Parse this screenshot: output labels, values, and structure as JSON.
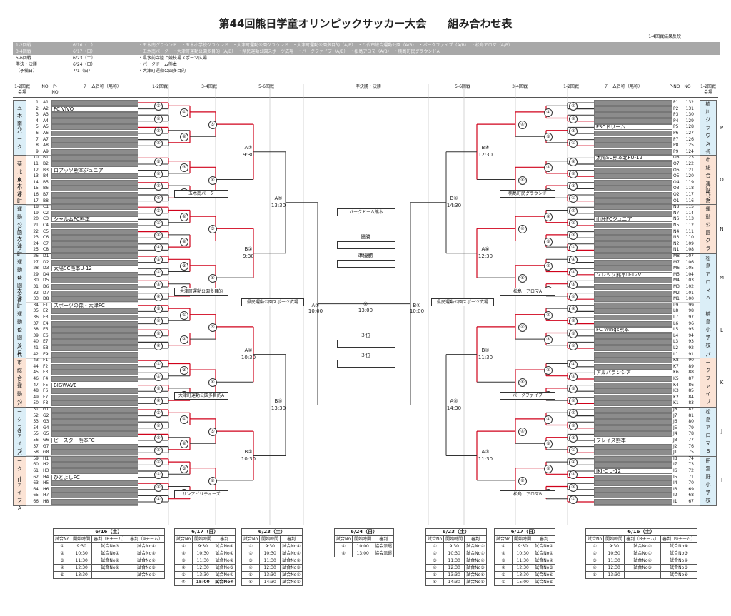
{
  "title": "第44回熊日学童オリンピックサッカー大会　　組み合わせ表",
  "result_note": "1-4回戦結果反映",
  "schedule": [
    {
      "round": "1-2回戦",
      "date": "6/16（土）",
      "note": "・五木南グラウンド　・五木小学校グラウンド　・大津町運動公園グラウンド　・大津町運動公園多目的（A/B）　・八代市総合運動公園（A/B）　・パークファイブ（A/B）　・松島アロマ（A/B）",
      "gray": true
    },
    {
      "round": "3-4回戦",
      "date": "6/17（日）",
      "note": "・五木南パーク　・大津町運動公園多目的（A/B）　・県民運動公園スポーツ広場　・パークファイブ（A/B）　・松島アロマ（A/B）　・楠島町民グラウンドA",
      "gray": true
    },
    {
      "round": "5-6回戦",
      "date": "6/23（土）",
      "note": "・県水前寺陸上競技場スポーツ広場",
      "gray": false
    },
    {
      "round": "準決・決勝",
      "date": "6/24（日）",
      "note": "・パークドーム熊本",
      "gray": false
    },
    {
      "round": "（予備日）",
      "date": "7/1（日）",
      "note": "・大津町運動公園多目的",
      "gray": false
    }
  ],
  "headers": {
    "l_venue": "1-2回戦\n会場",
    "no": "NO",
    "pno": "P-NO",
    "team": "チーム名称（略称）",
    "r12": "1-2回戦",
    "r34": "3-4回戦",
    "r56": "5-6回戦",
    "final": "準決勝・決勝",
    "r_venue": "1-2回戦\n会場"
  },
  "left_venues": [
    {
      "code": "A",
      "name": "五木南パーク",
      "alt": false
    },
    {
      "code": "B",
      "name": "菊北東小G",
      "alt": true
    },
    {
      "code": "C",
      "name": "大津町運動公園グラウンド",
      "alt": false
    },
    {
      "code": "D",
      "name": "大津町運動公園多目的A",
      "alt": false
    },
    {
      "code": "E",
      "name": "大津町運動公園多目的B",
      "alt": false
    },
    {
      "code": "F",
      "name": "八代市総合運動公園A",
      "alt": true
    },
    {
      "code": "G",
      "name": "パークファイブB",
      "alt": false
    },
    {
      "code": "H",
      "name": "パークファイブA",
      "alt": true
    }
  ],
  "right_venues": [
    {
      "code": "P",
      "name": "植川グラウンド",
      "alt": false
    },
    {
      "code": "O",
      "name": "八代市総合運動公園B",
      "alt": true
    },
    {
      "code": "N",
      "name": "八代市運動公園グラウンド",
      "alt": true
    },
    {
      "code": "M",
      "name": "松島アロマA",
      "alt": false
    },
    {
      "code": "L",
      "name": "楠島小学校",
      "alt": false
    },
    {
      "code": "K",
      "name": "パークファイブA",
      "alt": true
    },
    {
      "code": "J",
      "name": "松島アロマB",
      "alt": false
    },
    {
      "code": "I",
      "name": "田富野小学校",
      "alt": false
    }
  ],
  "left_teams": [
    {
      "no": "1",
      "pno": "A1",
      "name": "",
      "open": false
    },
    {
      "no": "2",
      "pno": "A2",
      "name": "FC VIVO",
      "open": true
    },
    {
      "no": "3",
      "pno": "A3",
      "name": "",
      "open": false
    },
    {
      "no": "4",
      "pno": "A4",
      "name": "",
      "open": false
    },
    {
      "no": "5",
      "pno": "A5",
      "name": "",
      "open": false
    },
    {
      "no": "6",
      "pno": "A6",
      "name": "",
      "open": false
    },
    {
      "no": "7",
      "pno": "A7",
      "name": "",
      "open": false
    },
    {
      "no": "8",
      "pno": "A8",
      "name": "",
      "open": false
    },
    {
      "no": "9",
      "pno": "A9",
      "name": "",
      "open": false
    },
    {
      "no": "10",
      "pno": "B1",
      "name": "",
      "open": false
    },
    {
      "no": "11",
      "pno": "B2",
      "name": "",
      "open": false
    },
    {
      "no": "12",
      "pno": "B3",
      "name": "ロアッソ熊本ジュニア",
      "open": true
    },
    {
      "no": "13",
      "pno": "B4",
      "name": "",
      "open": false
    },
    {
      "no": "14",
      "pno": "B5",
      "name": "",
      "open": false
    },
    {
      "no": "15",
      "pno": "B6",
      "name": "",
      "open": false
    },
    {
      "no": "16",
      "pno": "B7",
      "name": "",
      "open": false
    },
    {
      "no": "17",
      "pno": "B8",
      "name": "",
      "open": false
    },
    {
      "no": "18",
      "pno": "C1",
      "name": "",
      "open": false
    },
    {
      "no": "19",
      "pno": "C2",
      "name": "",
      "open": false
    },
    {
      "no": "20",
      "pno": "C3",
      "name": "シャルムFC熊本",
      "open": true
    },
    {
      "no": "21",
      "pno": "C4",
      "name": "",
      "open": false
    },
    {
      "no": "22",
      "pno": "C5",
      "name": "",
      "open": false
    },
    {
      "no": "23",
      "pno": "C6",
      "name": "",
      "open": false
    },
    {
      "no": "24",
      "pno": "C7",
      "name": "",
      "open": false
    },
    {
      "no": "25",
      "pno": "C8",
      "name": "",
      "open": false
    },
    {
      "no": "26",
      "pno": "D1",
      "name": "",
      "open": false
    },
    {
      "no": "27",
      "pno": "D2",
      "name": "",
      "open": false
    },
    {
      "no": "28",
      "pno": "D3",
      "name": "太陽SC熊本U-12",
      "open": true
    },
    {
      "no": "29",
      "pno": "D4",
      "name": "",
      "open": false
    },
    {
      "no": "30",
      "pno": "D5",
      "name": "",
      "open": false
    },
    {
      "no": "31",
      "pno": "D6",
      "name": "",
      "open": false
    },
    {
      "no": "32",
      "pno": "D7",
      "name": "",
      "open": false
    },
    {
      "no": "33",
      "pno": "D8",
      "name": "",
      "open": false
    },
    {
      "no": "34",
      "pno": "E1",
      "name": "スポーツの森・大津FC",
      "open": true
    },
    {
      "no": "35",
      "pno": "E2",
      "name": "",
      "open": false
    },
    {
      "no": "36",
      "pno": "E3",
      "name": "",
      "open": false
    },
    {
      "no": "37",
      "pno": "E4",
      "name": "",
      "open": false
    },
    {
      "no": "38",
      "pno": "E5",
      "name": "",
      "open": false
    },
    {
      "no": "39",
      "pno": "E6",
      "name": "",
      "open": false
    },
    {
      "no": "40",
      "pno": "E7",
      "name": "",
      "open": false
    },
    {
      "no": "41",
      "pno": "E8",
      "name": "",
      "open": false
    },
    {
      "no": "42",
      "pno": "E9",
      "name": "",
      "open": false
    },
    {
      "no": "43",
      "pno": "F1",
      "name": "",
      "open": false
    },
    {
      "no": "44",
      "pno": "F2",
      "name": "",
      "open": false
    },
    {
      "no": "45",
      "pno": "F3",
      "name": "",
      "open": false
    },
    {
      "no": "46",
      "pno": "F4",
      "name": "",
      "open": false
    },
    {
      "no": "47",
      "pno": "F5",
      "name": "BIGWAVE",
      "open": true
    },
    {
      "no": "48",
      "pno": "F6",
      "name": "",
      "open": false
    },
    {
      "no": "49",
      "pno": "F7",
      "name": "",
      "open": false
    },
    {
      "no": "50",
      "pno": "F8",
      "name": "",
      "open": false
    },
    {
      "no": "51",
      "pno": "G1",
      "name": "",
      "open": false
    },
    {
      "no": "52",
      "pno": "G2",
      "name": "",
      "open": false
    },
    {
      "no": "53",
      "pno": "G3",
      "name": "",
      "open": false
    },
    {
      "no": "54",
      "pno": "G4",
      "name": "",
      "open": false
    },
    {
      "no": "55",
      "pno": "G5",
      "name": "",
      "open": false
    },
    {
      "no": "56",
      "pno": "G6",
      "name": "ビースター熊本FC",
      "open": true
    },
    {
      "no": "57",
      "pno": "G7",
      "name": "",
      "open": false
    },
    {
      "no": "58",
      "pno": "G8",
      "name": "",
      "open": false
    },
    {
      "no": "59",
      "pno": "H1",
      "name": "",
      "open": false
    },
    {
      "no": "60",
      "pno": "H2",
      "name": "",
      "open": false
    },
    {
      "no": "61",
      "pno": "H3",
      "name": "",
      "open": false
    },
    {
      "no": "62",
      "pno": "H4",
      "name": "ひとよしFC",
      "open": true
    },
    {
      "no": "63",
      "pno": "H5",
      "name": "",
      "open": false
    },
    {
      "no": "64",
      "pno": "H6",
      "name": "",
      "open": false
    },
    {
      "no": "65",
      "pno": "H7",
      "name": "",
      "open": false
    },
    {
      "no": "66",
      "pno": "H8",
      "name": "",
      "open": false
    }
  ],
  "right_teams": [
    {
      "no": "132",
      "pno": "P1",
      "name": "",
      "open": false
    },
    {
      "no": "131",
      "pno": "P2",
      "name": "",
      "open": false
    },
    {
      "no": "130",
      "pno": "P3",
      "name": "",
      "open": false
    },
    {
      "no": "129",
      "pno": "P4",
      "name": "",
      "open": false
    },
    {
      "no": "128",
      "pno": "P5",
      "name": "FSCドリーム",
      "open": true
    },
    {
      "no": "127",
      "pno": "P6",
      "name": "",
      "open": false
    },
    {
      "no": "126",
      "pno": "P7",
      "name": "",
      "open": false
    },
    {
      "no": "125",
      "pno": "P8",
      "name": "",
      "open": false
    },
    {
      "no": "124",
      "pno": "P9",
      "name": "",
      "open": false
    },
    {
      "no": "123",
      "pno": "O8",
      "name": "太陽SC熊本北FU-12",
      "open": true
    },
    {
      "no": "122",
      "pno": "O7",
      "name": "",
      "open": false
    },
    {
      "no": "121",
      "pno": "O6",
      "name": "",
      "open": false
    },
    {
      "no": "120",
      "pno": "O5",
      "name": "",
      "open": false
    },
    {
      "no": "119",
      "pno": "O4",
      "name": "",
      "open": false
    },
    {
      "no": "118",
      "pno": "O3",
      "name": "",
      "open": false
    },
    {
      "no": "117",
      "pno": "O2",
      "name": "",
      "open": false
    },
    {
      "no": "116",
      "pno": "O1",
      "name": "",
      "open": false
    },
    {
      "no": "115",
      "pno": "N8",
      "name": "",
      "open": false
    },
    {
      "no": "114",
      "pno": "N7",
      "name": "",
      "open": false
    },
    {
      "no": "113",
      "pno": "N6",
      "name": "山鹿FCジュニア",
      "open": true
    },
    {
      "no": "112",
      "pno": "N5",
      "name": "",
      "open": false
    },
    {
      "no": "111",
      "pno": "N4",
      "name": "",
      "open": false
    },
    {
      "no": "110",
      "pno": "N3",
      "name": "",
      "open": false
    },
    {
      "no": "109",
      "pno": "N2",
      "name": "",
      "open": false
    },
    {
      "no": "108",
      "pno": "N1",
      "name": "",
      "open": false
    },
    {
      "no": "107",
      "pno": "M8",
      "name": "",
      "open": false
    },
    {
      "no": "106",
      "pno": "M7",
      "name": "",
      "open": false
    },
    {
      "no": "105",
      "pno": "M6",
      "name": "",
      "open": false
    },
    {
      "no": "104",
      "pno": "M5",
      "name": "ソレッソ熊本U-12V",
      "open": true
    },
    {
      "no": "103",
      "pno": "M4",
      "name": "",
      "open": false
    },
    {
      "no": "102",
      "pno": "M3",
      "name": "",
      "open": false
    },
    {
      "no": "101",
      "pno": "M2",
      "name": "",
      "open": false
    },
    {
      "no": "100",
      "pno": "M1",
      "name": "",
      "open": false
    },
    {
      "no": "99",
      "pno": "L9",
      "name": "",
      "open": false
    },
    {
      "no": "98",
      "pno": "L8",
      "name": "",
      "open": false
    },
    {
      "no": "97",
      "pno": "L7",
      "name": "",
      "open": false
    },
    {
      "no": "96",
      "pno": "L6",
      "name": "",
      "open": false
    },
    {
      "no": "95",
      "pno": "L5",
      "name": "FC Wings熊本",
      "open": true
    },
    {
      "no": "94",
      "pno": "L4",
      "name": "",
      "open": false
    },
    {
      "no": "93",
      "pno": "L3",
      "name": "",
      "open": false
    },
    {
      "no": "92",
      "pno": "L2",
      "name": "",
      "open": false
    },
    {
      "no": "91",
      "pno": "L1",
      "name": "",
      "open": false
    },
    {
      "no": "90",
      "pno": "K8",
      "name": "",
      "open": false
    },
    {
      "no": "89",
      "pno": "K7",
      "name": "",
      "open": false
    },
    {
      "no": "88",
      "pno": "K6",
      "name": "アルバランシア",
      "open": true
    },
    {
      "no": "87",
      "pno": "K5",
      "name": "",
      "open": false
    },
    {
      "no": "86",
      "pno": "K4",
      "name": "",
      "open": false
    },
    {
      "no": "85",
      "pno": "K3",
      "name": "",
      "open": false
    },
    {
      "no": "84",
      "pno": "K2",
      "name": "",
      "open": false
    },
    {
      "no": "83",
      "pno": "K1",
      "name": "",
      "open": false
    },
    {
      "no": "82",
      "pno": "J8",
      "name": "",
      "open": false
    },
    {
      "no": "81",
      "pno": "J7",
      "name": "",
      "open": false
    },
    {
      "no": "80",
      "pno": "J6",
      "name": "",
      "open": false
    },
    {
      "no": "79",
      "pno": "J5",
      "name": "",
      "open": false
    },
    {
      "no": "78",
      "pno": "J4",
      "name": "",
      "open": false
    },
    {
      "no": "77",
      "pno": "J3",
      "name": "ブレイズ熊本",
      "open": true
    },
    {
      "no": "76",
      "pno": "J2",
      "name": "",
      "open": false
    },
    {
      "no": "75",
      "pno": "J1",
      "name": "",
      "open": false
    },
    {
      "no": "74",
      "pno": "I8",
      "name": "",
      "open": false
    },
    {
      "no": "73",
      "pno": "I7",
      "name": "",
      "open": false
    },
    {
      "no": "72",
      "pno": "I6",
      "name": "JKI-C U-12",
      "open": true
    },
    {
      "no": "71",
      "pno": "I5",
      "name": "",
      "open": false
    },
    {
      "no": "70",
      "pno": "I4",
      "name": "",
      "open": false
    },
    {
      "no": "69",
      "pno": "I3",
      "name": "",
      "open": false
    },
    {
      "no": "68",
      "pno": "I2",
      "name": "",
      "open": false
    },
    {
      "no": "67",
      "pno": "I1",
      "name": "",
      "open": false
    }
  ],
  "bracket": {
    "left_r34_venues": [
      "五木南パーク",
      "大津町運動公園多目的",
      "大津町運動公園多目的A",
      "サンアビリティーズ"
    ],
    "right_r34_venues": [
      "楠島町民グラウンド",
      "松島　アロマA",
      "パークファイブ",
      "松島　アロマB"
    ],
    "left_r56": [
      {
        "label": "A①",
        "time": "9:30"
      },
      {
        "label": "B①",
        "time": "9:30"
      },
      {
        "label": "A②",
        "time": "10:30"
      },
      {
        "label": "B②",
        "time": "10:30"
      }
    ],
    "left_r56b": [
      {
        "label": "A⑤",
        "time": "13:30"
      },
      {
        "label": "B⑤",
        "time": "13:30"
      }
    ],
    "right_r56": [
      {
        "label": "B④",
        "time": "12:30"
      },
      {
        "label": "A④",
        "time": "12:30"
      },
      {
        "label": "B③",
        "time": "11:30"
      },
      {
        "label": "A③",
        "time": "11:30"
      }
    ],
    "right_r56b": [
      {
        "label": "B⑥",
        "time": "14:30"
      },
      {
        "label": "A⑥",
        "time": "14:30"
      }
    ],
    "semi_left": {
      "label": "A①",
      "time": "10:00"
    },
    "semi_right": {
      "label": "B①",
      "time": "10:00"
    },
    "final": {
      "label": "②",
      "time": "13:00"
    },
    "left_semi_venue": "県民運動公園スポーツ広場",
    "right_semi_venue": "県民運動公園スポーツ広場",
    "final_venue": "パークドーム熊本",
    "winner_label": "優勝",
    "runner_label": "準優勝",
    "third_label": "３位",
    "third_label2": "３位"
  },
  "tables": {
    "t1": {
      "day": "6/16（土）",
      "head": [
        "試合No",
        "開始時間",
        "審判（Bチーム）",
        "審判（9チーム）"
      ],
      "rows": [
        [
          "①",
          "9:30",
          "試合No③",
          "試合No④"
        ],
        [
          "②",
          "10:30",
          "試合No①",
          "試合No②"
        ],
        [
          "③",
          "11:30",
          "試合No②",
          "試合No①"
        ],
        [
          "④",
          "12:30",
          "試合No①",
          "試合No⑤"
        ],
        [
          "⑤",
          "13:30",
          "-",
          "試合No⑥"
        ]
      ]
    },
    "t2": {
      "day": "6/17（日）",
      "head": [
        "試合No",
        "開始時間",
        "審判"
      ],
      "rows": [
        [
          "①",
          "9:30",
          "試合No④"
        ],
        [
          "②",
          "10:30",
          "試合No①"
        ],
        [
          "③",
          "11:30",
          "試合No②"
        ],
        [
          "④",
          "12:30",
          "試合No③"
        ],
        [
          "⑤",
          "13:30",
          "試合No①"
        ],
        [
          "⑥",
          "15:00",
          "試合No⑤"
        ]
      ]
    },
    "t3": {
      "day": "6/23（土）",
      "head": [
        "試合No",
        "開始時間",
        "審判"
      ],
      "rows": [
        [
          "①",
          "9:30",
          "試合No④"
        ],
        [
          "②",
          "10:30",
          "試合No①"
        ],
        [
          "③",
          "11:30",
          "試合No②"
        ],
        [
          "④",
          "12:30",
          "試合No③"
        ],
        [
          "⑤",
          "13:30",
          "試合No①"
        ],
        [
          "⑥",
          "14:30",
          "試合No⑤"
        ]
      ]
    },
    "t4": {
      "day": "6/24（日）",
      "head": [
        "試合No",
        "開始時間",
        "審判"
      ],
      "rows": [
        [
          "①",
          "10:00",
          "協会派遣"
        ],
        [
          "②",
          "13:00",
          "協会派遣"
        ]
      ]
    },
    "t5": {
      "day": "6/23（土）",
      "head": [
        "試合No",
        "開始時間",
        "審判"
      ],
      "rows": [
        [
          "①",
          "9:30",
          "試合No②"
        ],
        [
          "②",
          "10:30",
          "試合No①"
        ],
        [
          "③",
          "11:30",
          "試合No④"
        ],
        [
          "④",
          "12:30",
          "試合No③"
        ],
        [
          "⑤",
          "13:30",
          "試合No⑥"
        ],
        [
          "⑥",
          "14:30",
          "試合No⑤"
        ]
      ]
    },
    "t6": {
      "day": "6/17（日）",
      "head": [
        "試合No",
        "開始時間",
        "審判"
      ],
      "rows": [
        [
          "①",
          "9:30",
          "試合No②"
        ],
        [
          "②",
          "10:30",
          "試合No①"
        ],
        [
          "③",
          "11:30",
          "試合No④"
        ],
        [
          "④",
          "12:30",
          "試合No③"
        ],
        [
          "⑤",
          "13:30",
          "試合No⑥"
        ],
        [
          "⑥",
          "15:00",
          "試合No⑤"
        ]
      ]
    },
    "t7": {
      "day": "6/16（土）",
      "head": [
        "試合No",
        "開始時間",
        "審判（Bチーム）",
        "審判（9チーム）"
      ],
      "rows": [
        [
          "①",
          "9:30",
          "試合No②",
          "試合No④"
        ],
        [
          "②",
          "10:30",
          "試合No①",
          "試合No③"
        ],
        [
          "③",
          "11:30",
          "試合No④",
          "試合No②"
        ],
        [
          "④",
          "12:30",
          "試合No③",
          "試合No⑤"
        ],
        [
          "⑤",
          "13:30",
          "-",
          "試合No⑥"
        ]
      ]
    }
  },
  "colors": {
    "highlight": "#d0021b",
    "team_filled": "#8c8c8c",
    "venue_blue": "#dbeef7",
    "venue_peach": "#fbe3d5"
  }
}
